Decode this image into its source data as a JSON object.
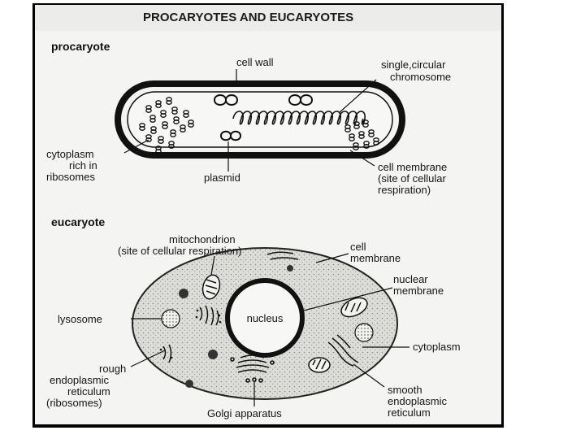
{
  "title": "PROCARYOTES AND EUCARYOTES",
  "procaryote": {
    "heading": "procaryote",
    "labels": {
      "cell_wall": "cell wall",
      "chromosome_1": "single,circular",
      "chromosome_2": "chromosome",
      "cytoplasm_1": "cytoplasm",
      "cytoplasm_2": "rich in",
      "cytoplasm_3": "ribosomes",
      "plasmid": "plasmid",
      "membrane_1": "cell membrane",
      "membrane_2": "(site of cellular",
      "membrane_3": "respiration)"
    }
  },
  "eucaryote": {
    "heading": "eucaryote",
    "labels": {
      "mito_1": "mitochondrion",
      "mito_2": "(site of cellular respiration)",
      "cellmem_1": "cell",
      "cellmem_2": "membrane",
      "nucmem_1": "nuclear",
      "nucmem_2": "membrane",
      "nucleus": "nucleus",
      "lysosome": "lysosome",
      "cytoplasm": "cytoplasm",
      "rough_1": "rough",
      "rough_2": "endoplasmic",
      "rough_3": "reticulum",
      "rough_4": "(ribosomes)",
      "golgi": "Golgi apparatus",
      "smooth_1": "smooth",
      "smooth_2": "endoplasmic",
      "smooth_3": "reticulum"
    }
  },
  "colors": {
    "frame": "#000000",
    "paper": "#f4f4f2",
    "ink": "#141414",
    "cytoplasm_fill": "#dcdcd8"
  }
}
